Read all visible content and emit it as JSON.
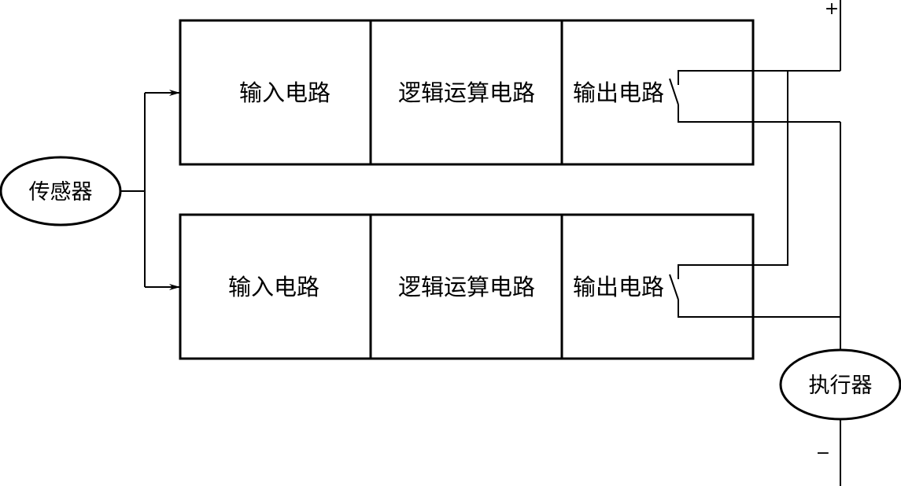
{
  "sensor": {
    "label": "传感器"
  },
  "actuator": {
    "label": "执行器"
  },
  "power": {
    "plus": "+",
    "minus": "−"
  },
  "channels": [
    {
      "input_label": "输入电路",
      "logic_label": "逻辑运算电路",
      "output_label": "输出电路"
    },
    {
      "input_label": "输入电路",
      "logic_label": "逻辑运算电路",
      "output_label": "输出电路"
    }
  ]
}
